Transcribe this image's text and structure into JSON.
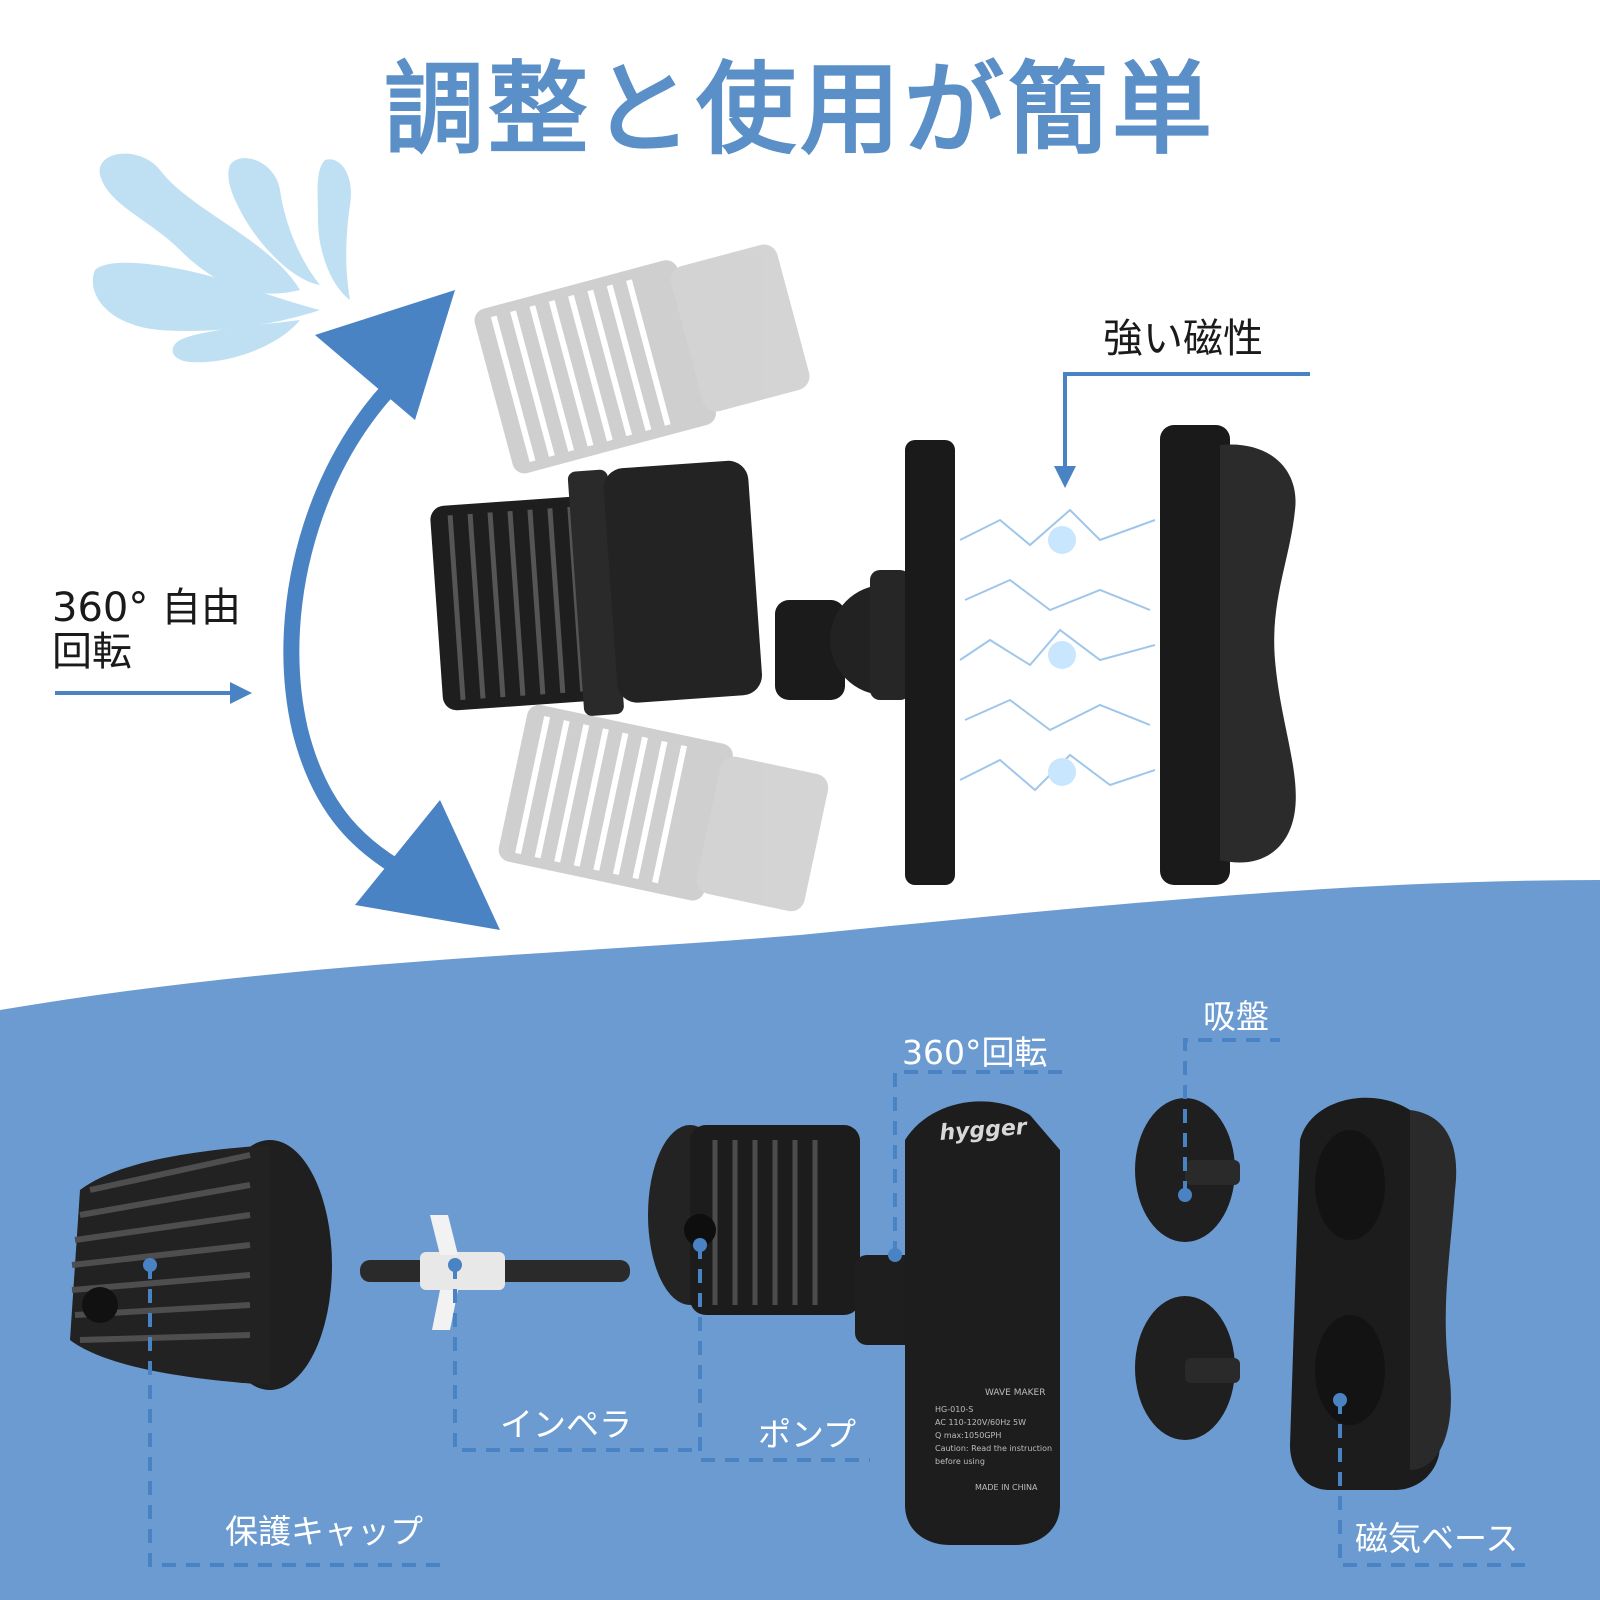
{
  "title": "調整と使用が簡単",
  "colors": {
    "accent_blue": "#4a83c4",
    "title_blue": "#5b8fc7",
    "bottom_band": "#6b9bd0",
    "splash_light": "#bfe0f3",
    "product_black": "#1e1e1e"
  },
  "top": {
    "rotation_label_line1": "360° 自由",
    "rotation_label_line2": "回転",
    "magnet_label": "強い磁性"
  },
  "parts": {
    "rotation": "360°回転",
    "suction": "吸盤",
    "cap": "保護キャップ",
    "impeller": "インペラ",
    "pump": "ポンプ",
    "magnet_base": "磁気ベース"
  },
  "device_text": {
    "brand": "hygger",
    "model_title": "WAVE MAKER",
    "spec_lines": [
      "HG-010-S",
      "AC 110-120V/60Hz 5W",
      "Q max:1050GPH",
      "Caution: Read the instruction",
      "before using"
    ],
    "origin": "MADE IN CHINA"
  }
}
